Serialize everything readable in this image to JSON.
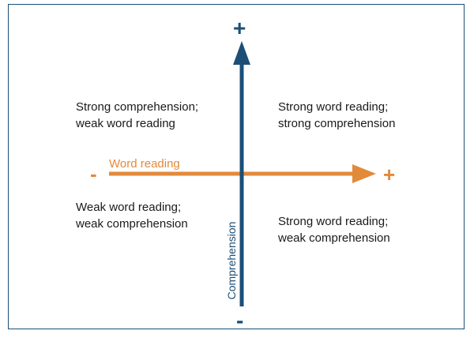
{
  "colors": {
    "vertical_axis": "#1b4f78",
    "horizontal_axis": "#e28a3a",
    "frame": "#1b4f78",
    "text": "#1a1a1a"
  },
  "axes": {
    "horizontal": {
      "label": "Word reading",
      "minus": "-",
      "plus": "+"
    },
    "vertical": {
      "label": "Comprehension",
      "minus": "-",
      "plus": "+"
    }
  },
  "quadrants": {
    "top_left": {
      "line1": "Strong comprehension;",
      "line2": "weak word reading"
    },
    "top_right": {
      "line1": "Strong word reading;",
      "line2": "strong comprehension"
    },
    "bottom_left": {
      "line1": "Weak word reading;",
      "line2": "weak comprehension"
    },
    "bottom_right": {
      "line1": "Strong word reading;",
      "line2": "weak comprehension"
    }
  }
}
